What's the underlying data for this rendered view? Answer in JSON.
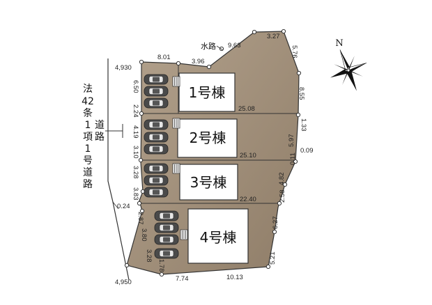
{
  "road_label": [
    "法",
    "42",
    "条",
    "1",
    "項",
    "1",
    "号",
    "道",
    "路"
  ],
  "road_short_label": [
    "道",
    "路"
  ],
  "waterway_label": "水路",
  "compass_label": "N",
  "buildings": [
    {
      "label": "1号棟"
    },
    {
      "label": "2号棟"
    },
    {
      "label": "3号棟"
    },
    {
      "label": "4号棟"
    }
  ],
  "dimensions": {
    "top_left_corner": "4,930",
    "bottom_left_corner": "4,950",
    "top_edge_1": "8.01",
    "top_edge_2": "3.96",
    "top_edge_3": "9.63",
    "top_edge_4": "3.27",
    "right_edge_1": "5.76",
    "right_edge_2": "8.55",
    "right_edge_3": "1.33",
    "right_edge_4": "5.97",
    "right_edge_5": "0.09",
    "right_edge_6": "4.82",
    "right_edge_7": "0.11",
    "right_edge_8": "2.58",
    "right_edge_9": "6.27",
    "right_edge_10": "5.21",
    "left_edge_1": "6.50",
    "left_edge_2": "2.24",
    "left_edge_3": "4.19",
    "left_edge_4": "3.10",
    "left_edge_5": "3.28",
    "left_edge_6": "3.83",
    "left_edge_7": "0.24",
    "left_edge_8": "2.87",
    "left_edge_9": "3.80",
    "left_edge_10": "3.28",
    "left_edge_11": "1.78",
    "bottom_edge_1": "7.74",
    "bottom_edge_2": "10.13",
    "divider_1": "25.08",
    "divider_2": "25.10",
    "divider_3": "22.40"
  },
  "colors": {
    "lot": "#a3917c",
    "lot_dark": "#7e6c58",
    "building": "#ffffff",
    "outline": "#333333",
    "car": "#4a4a4a"
  }
}
